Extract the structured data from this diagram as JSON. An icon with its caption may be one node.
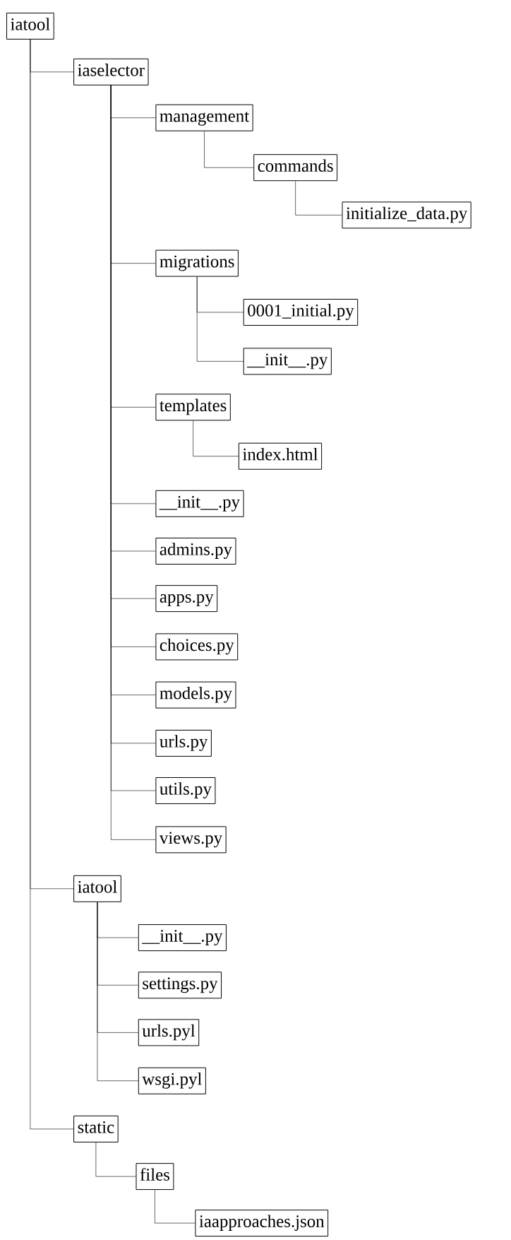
{
  "diagram": {
    "nodes": [
      {
        "text": [
          "iatool"
        ]
      },
      {
        "text": [
          "iaselector"
        ]
      },
      {
        "text": [
          "management"
        ]
      },
      {
        "text": [
          "commands"
        ]
      },
      {
        "text": [
          "initialize_data.py"
        ]
      },
      {
        "text": [
          "migrations"
        ]
      },
      {
        "text": [
          "0001_initial.py"
        ]
      },
      {
        "text": [
          "__init__.py"
        ]
      },
      {
        "text": [
          "templates"
        ]
      },
      {
        "text": [
          "index.html"
        ]
      },
      {
        "text": [
          "__init__.py"
        ]
      },
      {
        "text": [
          "admins.py"
        ]
      },
      {
        "text": [
          "apps.py"
        ]
      },
      {
        "text": [
          "choices.py"
        ]
      },
      {
        "text": [
          "models.py"
        ]
      },
      {
        "text": [
          "urls.py"
        ]
      },
      {
        "text": [
          "utils.py"
        ]
      },
      {
        "text": [
          "views.py"
        ]
      },
      {
        "text": [
          "iatool"
        ]
      },
      {
        "text": [
          "__init__.py"
        ]
      },
      {
        "text": [
          "settings.py"
        ]
      },
      {
        "text": [
          "urls.pyl"
        ]
      },
      {
        "text": [
          "wsgi.pyl"
        ]
      },
      {
        "text": [
          "static"
        ]
      },
      {
        "text": [
          "files"
        ]
      },
      {
        "text": [
          "iaapproaches.json"
        ]
      }
    ],
    "edges": [
      {
        "from": 0,
        "to": 1,
        "arrow": "none"
      },
      {
        "from": 1,
        "to": 2,
        "arrow": "none"
      },
      {
        "from": 2,
        "to": 3,
        "arrow": "none"
      },
      {
        "from": 3,
        "to": 4,
        "arrow": "none"
      },
      {
        "from": 1,
        "to": 5,
        "arrow": "none"
      },
      {
        "from": 5,
        "to": 6,
        "arrow": "none"
      },
      {
        "from": 5,
        "to": 7,
        "arrow": "none"
      },
      {
        "from": 1,
        "to": 8,
        "arrow": "none"
      },
      {
        "from": 8,
        "to": 9,
        "arrow": "none"
      },
      {
        "from": 1,
        "to": 10,
        "arrow": "none"
      },
      {
        "from": 1,
        "to": 11,
        "arrow": "none"
      },
      {
        "from": 1,
        "to": 12,
        "arrow": "none"
      },
      {
        "from": 1,
        "to": 13,
        "arrow": "none"
      },
      {
        "from": 1,
        "to": 14,
        "arrow": "none"
      },
      {
        "from": 1,
        "to": 15,
        "arrow": "none"
      },
      {
        "from": 1,
        "to": 16,
        "arrow": "none"
      },
      {
        "from": 1,
        "to": 17,
        "arrow": "none"
      },
      {
        "from": 0,
        "to": 18,
        "arrow": "none"
      },
      {
        "from": 18,
        "to": 19,
        "arrow": "none"
      },
      {
        "from": 18,
        "to": 20,
        "arrow": "none"
      },
      {
        "from": 18,
        "to": 21,
        "arrow": "none"
      },
      {
        "from": 18,
        "to": 22,
        "arrow": "none"
      },
      {
        "from": 0,
        "to": 23,
        "arrow": "none"
      },
      {
        "from": 23,
        "to": 24,
        "arrow": "none"
      },
      {
        "from": 24,
        "to": 25,
        "arrow": "none"
      }
    ]
  }
}
